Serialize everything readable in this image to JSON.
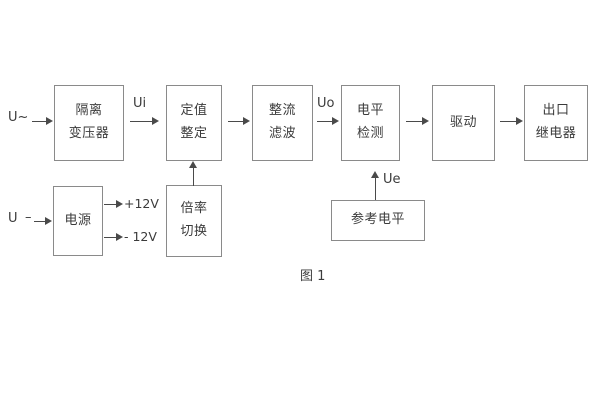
{
  "diagram": {
    "caption": "图 1",
    "blocks": [
      {
        "id": "isolation-transformer",
        "line1": "隔离",
        "line2": "变压器"
      },
      {
        "id": "setting-adjust",
        "line1": "定值",
        "line2": "整定"
      },
      {
        "id": "rectify-filter",
        "line1": "整流",
        "line2": "滤波"
      },
      {
        "id": "level-detect",
        "line1": "电平",
        "line2": "检测"
      },
      {
        "id": "driver",
        "line1": "驱动",
        "line2": ""
      },
      {
        "id": "output-relay",
        "line1": "出口",
        "line2": "继电器"
      },
      {
        "id": "power-supply",
        "line1": "电源",
        "line2": ""
      },
      {
        "id": "ratio-switch",
        "line1": "倍率",
        "line2": "切换"
      },
      {
        "id": "reference-level",
        "line1": "参考电平",
        "line2": ""
      }
    ],
    "labels": {
      "input_ac": "U~",
      "input_dc": "U",
      "input_dc_dash": "–",
      "signal_ui": "Ui",
      "signal_uo": "Uo",
      "signal_ue": "Ue",
      "supply_pos": "+12V",
      "supply_neg": "- 12V"
    },
    "colors": {
      "block_border": "#8a8a8a",
      "line": "#4a4a4a",
      "text": "#3b3b3b",
      "background": "#ffffff"
    }
  }
}
